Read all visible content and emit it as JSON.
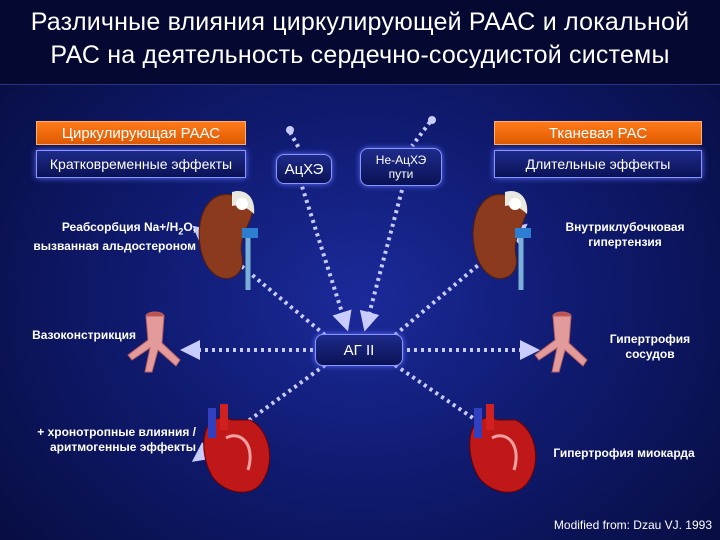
{
  "title": {
    "line1": "Различные влияния циркулирующей РААС и локальной",
    "line2": "РАС на деятельность сердечно-сосудистой системы"
  },
  "left_header": "Циркулирующая РААС",
  "left_sub": "Кратковременные эффекты",
  "right_header": "Тканевая РАС",
  "right_sub": "Длительные эффекты",
  "ace_box": "АцХЭ",
  "non_ace_box": {
    "line1": "Не-АцХЭ",
    "line2": "пути"
  },
  "center_node": "АГ II",
  "effects_left": {
    "reabsorption": {
      "line1_prefix": "Реабсорбция Na+/H",
      "subscript": "2",
      "line1_suffix": "O,",
      "line2": "вызванная альдостероном"
    },
    "vasoconstriction": "Вазоконстрикция",
    "chronotropic": {
      "line1": "+ хронотропные влияния /",
      "line2": "аритмогенные эффекты"
    }
  },
  "effects_right": {
    "glomerular": {
      "line1": "Внутриклубочковая",
      "line2": "гипертензия"
    },
    "vascular": {
      "line1": "Гипертрофия",
      "line2": "сосудов"
    },
    "myocardial": "Гипертрофия миокарда"
  },
  "credit": "Modified from: Dzau VJ. 1993",
  "icons": [
    "kidney-icon",
    "artery-icon",
    "heart-icon"
  ],
  "colors": {
    "background": "#0f1a6e",
    "orange": "#f06a10",
    "arrow": "#c8ccff"
  }
}
